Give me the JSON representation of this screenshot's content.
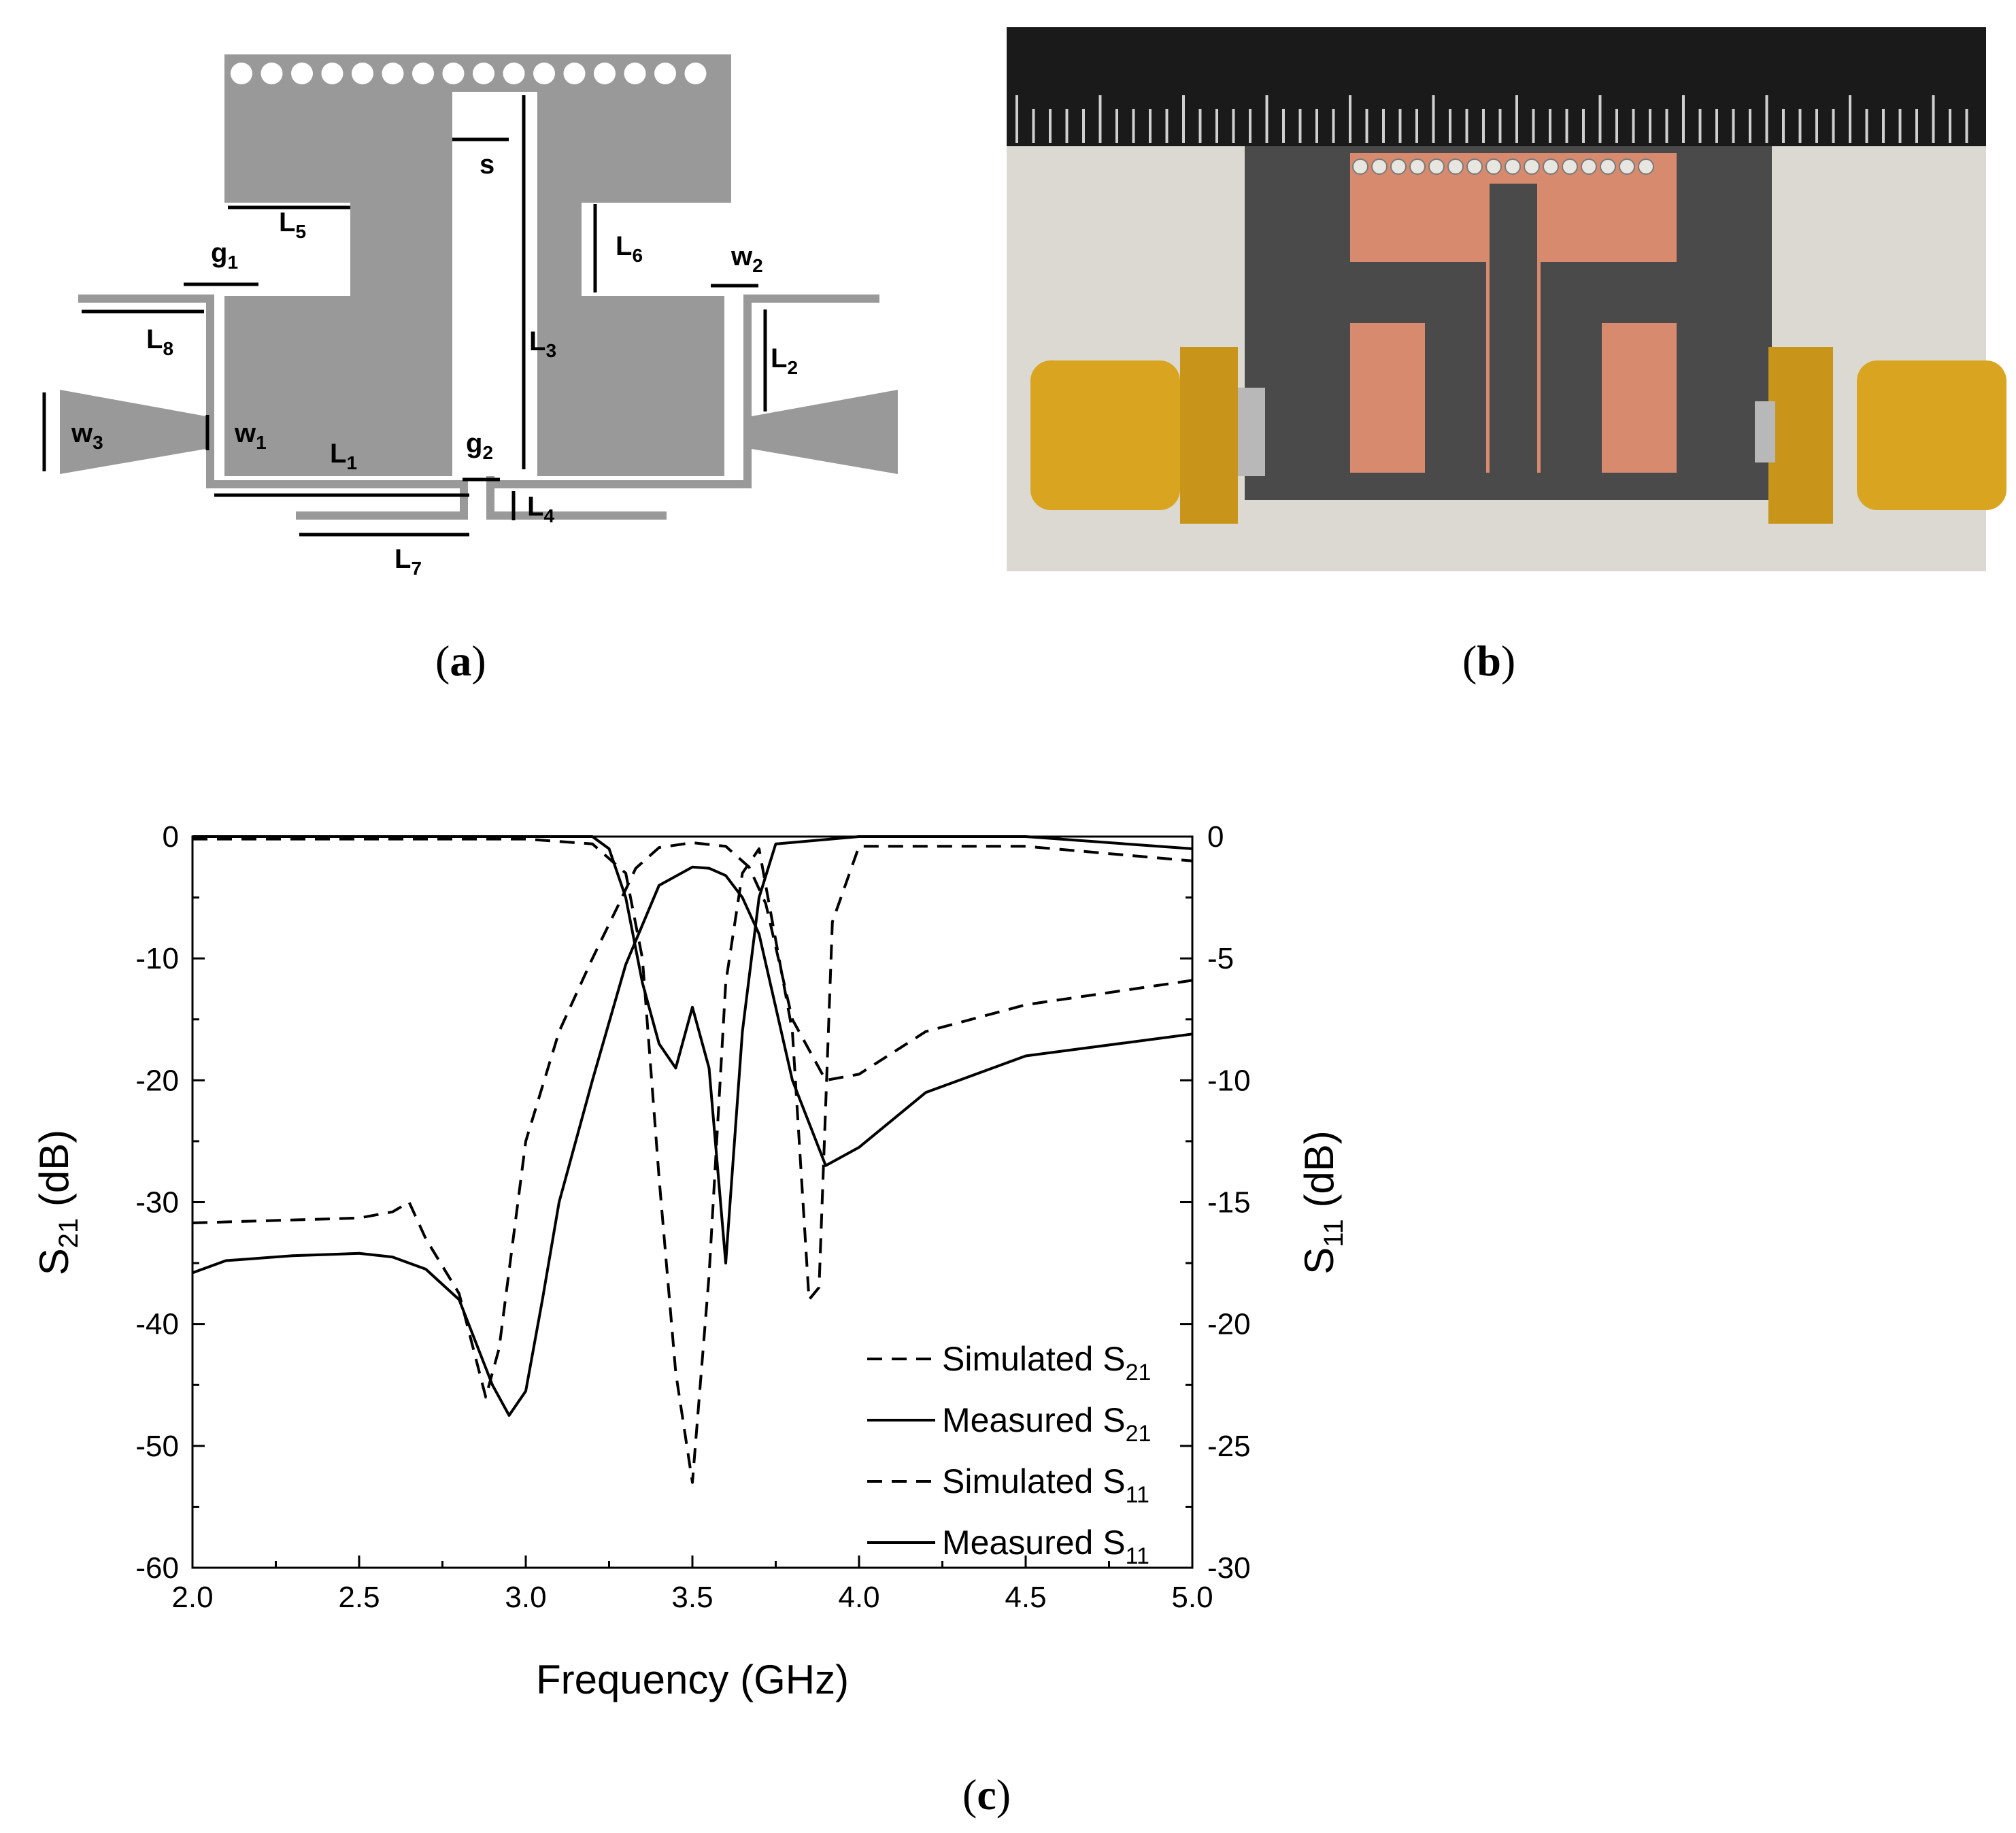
{
  "panels": {
    "a": {
      "label": "a",
      "open": "(",
      "close": ")"
    },
    "b": {
      "label": "b",
      "open": "(",
      "close": ")"
    },
    "c": {
      "label": "c",
      "open": "(",
      "close": ")"
    }
  },
  "diagram": {
    "dims": [
      {
        "id": "s",
        "main": "s",
        "sub": ""
      },
      {
        "id": "L5",
        "main": "L",
        "sub": "5"
      },
      {
        "id": "L6",
        "main": "L",
        "sub": "6"
      },
      {
        "id": "g1",
        "main": "g",
        "sub": "1"
      },
      {
        "id": "w2",
        "main": "w",
        "sub": "2"
      },
      {
        "id": "L8",
        "main": "L",
        "sub": "8"
      },
      {
        "id": "L3",
        "main": "L",
        "sub": "3"
      },
      {
        "id": "L2",
        "main": "L",
        "sub": "2"
      },
      {
        "id": "w3",
        "main": "w",
        "sub": "3"
      },
      {
        "id": "w1",
        "main": "w",
        "sub": "1"
      },
      {
        "id": "L1",
        "main": "L",
        "sub": "1"
      },
      {
        "id": "g2",
        "main": "g",
        "sub": "2"
      },
      {
        "id": "L4",
        "main": "L",
        "sub": "4"
      },
      {
        "id": "L7",
        "main": "L",
        "sub": "7"
      }
    ],
    "colors": {
      "metal": "#999999",
      "stroke": "#000000"
    }
  },
  "photo": {
    "colors": {
      "background": "#2b2b2b",
      "copper": "#d88a6e",
      "gold": "#d9a520",
      "substrate": "#4a4a4a",
      "ruler": "#1a1a1a"
    }
  },
  "chart_data": {
    "type": "line",
    "xlabel": "Frequency (GHz)",
    "ylabel_left": {
      "main": "S",
      "sub": "21",
      "rest": " (dB)"
    },
    "ylabel_right": {
      "main": "S",
      "sub": "11",
      "rest": " (dB)"
    },
    "xlim": [
      2.0,
      5.0
    ],
    "ylim_left": [
      -60,
      0
    ],
    "ylim_right": [
      -30,
      0
    ],
    "xticks": [
      "2.0",
      "2.5",
      "3.0",
      "3.5",
      "4.0",
      "4.5",
      "5.0"
    ],
    "yticks_left": [
      "0",
      "-10",
      "-20",
      "-30",
      "-40",
      "-50",
      "-60"
    ],
    "yticks_right": [
      "0",
      "-5",
      "-10",
      "-15",
      "-20",
      "-25",
      "-30"
    ],
    "series": [
      {
        "name": "Simulated S",
        "sub": "21",
        "axis": "left",
        "dash": true,
        "x": [
          2.0,
          2.5,
          2.6,
          2.65,
          2.7,
          2.8,
          2.88,
          2.92,
          3.0,
          3.1,
          3.2,
          3.28,
          3.33,
          3.4,
          3.5,
          3.6,
          3.67,
          3.72,
          3.8,
          3.9,
          4.0,
          4.2,
          4.5,
          5.0
        ],
        "y": [
          -31.7,
          -31.3,
          -30.8,
          -30.0,
          -33.0,
          -37.5,
          -46.0,
          -42.0,
          -25.0,
          -16.0,
          -10.0,
          -5.5,
          -2.6,
          -0.9,
          -0.5,
          -0.8,
          -2.5,
          -5.5,
          -15.0,
          -20.0,
          -19.5,
          -16.0,
          -13.8,
          -11.8
        ]
      },
      {
        "name": "Measured S",
        "sub": "21",
        "axis": "left",
        "dash": false,
        "x": [
          2.0,
          2.1,
          2.3,
          2.5,
          2.6,
          2.7,
          2.8,
          2.9,
          2.95,
          3.0,
          3.05,
          3.1,
          3.2,
          3.3,
          3.4,
          3.5,
          3.55,
          3.6,
          3.65,
          3.7,
          3.8,
          3.9,
          4.0,
          4.2,
          4.5,
          5.0
        ],
        "y": [
          -35.8,
          -34.8,
          -34.4,
          -34.2,
          -34.5,
          -35.5,
          -38.0,
          -45.0,
          -47.5,
          -45.5,
          -38.0,
          -30.0,
          -20.0,
          -10.5,
          -4.0,
          -2.5,
          -2.6,
          -3.2,
          -5.0,
          -8.0,
          -20.0,
          -27.0,
          -25.5,
          -21.0,
          -18.0,
          -16.2
        ]
      },
      {
        "name": "Simulated S",
        "sub": "11",
        "axis": "right",
        "dash": true,
        "x": [
          2.0,
          2.5,
          3.0,
          3.2,
          3.3,
          3.35,
          3.4,
          3.45,
          3.5,
          3.55,
          3.6,
          3.65,
          3.7,
          3.8,
          3.85,
          3.88,
          3.92,
          4.0,
          4.5,
          5.0
        ],
        "y": [
          -0.1,
          -0.1,
          -0.1,
          -0.3,
          -1.5,
          -5.0,
          -14.0,
          -22.0,
          -26.5,
          -18.0,
          -6.0,
          -1.5,
          -0.5,
          -8.0,
          -19.0,
          -18.5,
          -3.5,
          -0.4,
          -0.4,
          -1.0
        ]
      },
      {
        "name": "Measured S",
        "sub": "11",
        "axis": "right",
        "dash": false,
        "x": [
          2.0,
          2.5,
          3.0,
          3.2,
          3.25,
          3.3,
          3.35,
          3.4,
          3.45,
          3.5,
          3.55,
          3.6,
          3.65,
          3.7,
          3.75,
          4.0,
          4.5,
          5.0
        ],
        "y": [
          0.0,
          0.0,
          0.0,
          0.0,
          -0.5,
          -2.5,
          -6.0,
          -8.5,
          -9.5,
          -7.0,
          -9.5,
          -17.5,
          -8.0,
          -2.5,
          -0.3,
          0.0,
          0.0,
          -0.5
        ]
      }
    ],
    "legend_position": "bottom-right",
    "grid": false
  }
}
